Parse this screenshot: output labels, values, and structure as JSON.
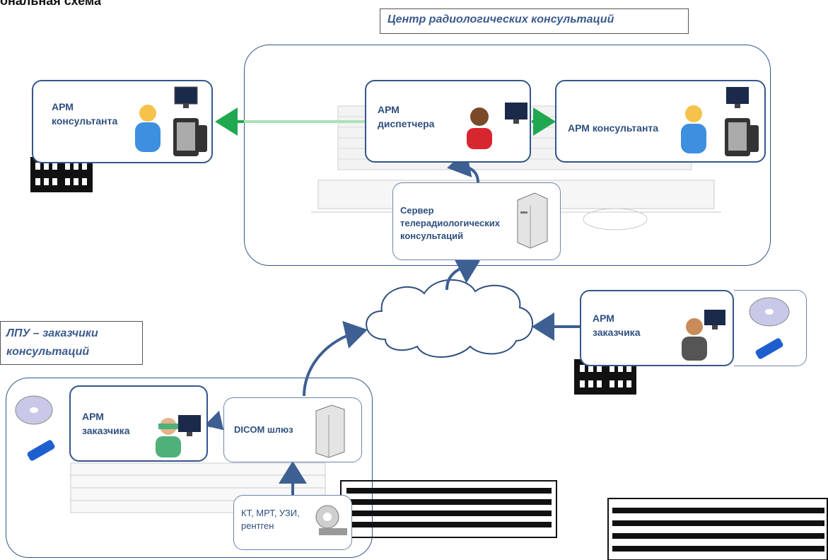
{
  "title": "ональная схема",
  "center_label": "Центр радиологических консультаций",
  "clients_label": {
    "line1": "ЛПУ – заказчики",
    "line2": "консультаций"
  },
  "nodes": {
    "arm_consultant_left": {
      "line1": "АРМ",
      "line2": "консультанта"
    },
    "arm_dispatcher": {
      "line1": "АРМ",
      "line2": "диспетчера"
    },
    "arm_consultant_right": {
      "line1": "АРМ консультанта"
    },
    "server": {
      "line1": "Сервер",
      "line2": "телерадиологических",
      "line3": "консультаций"
    },
    "arm_customer_right": {
      "line1": "АРМ",
      "line2": "заказчика"
    },
    "arm_customer_left": {
      "line1": "АРМ",
      "line2": "заказчика"
    },
    "dicom_gateway": {
      "line1": "DICOM шлюз"
    },
    "modalities": {
      "line1": "КТ, МРТ, УЗИ,",
      "line2": "рентген"
    }
  },
  "colors": {
    "accent": "#34568b",
    "arrow_green": "#1fa84f",
    "arrow_blue": "#3d5f92",
    "label_text": "#3b5b8c"
  },
  "icons": [
    "person-icon",
    "monitor-icon",
    "tablet-icon",
    "headset-operator-icon",
    "server-icon",
    "cloud-icon",
    "cd-disc-icon",
    "usb-stick-icon",
    "building-icon",
    "ct-scanner-icon",
    "surgeon-icon",
    "businessman-icon"
  ]
}
